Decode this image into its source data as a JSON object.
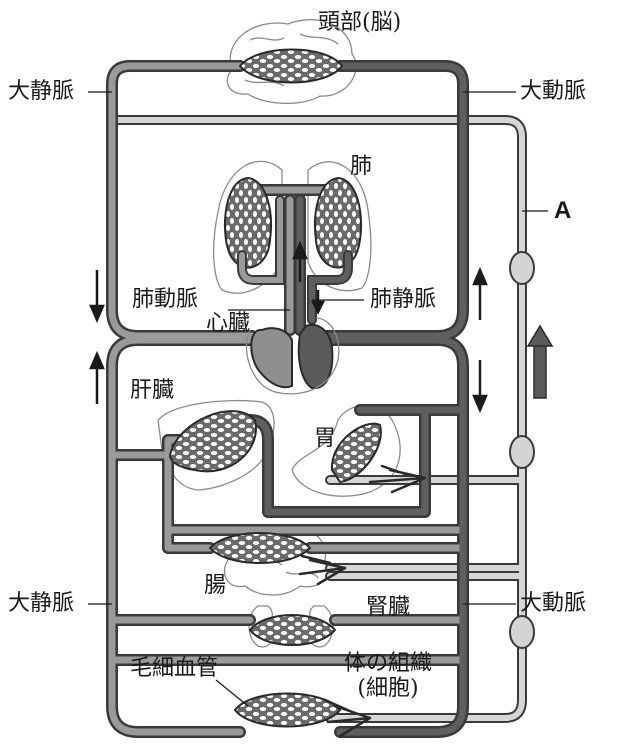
{
  "labels": {
    "head": "頭部(脳)",
    "vena_cava_top": "大静脈",
    "aorta_top": "大動脈",
    "lung": "肺",
    "a": "A",
    "pulmonary_artery": "肺動脈",
    "heart": "心臓",
    "pulmonary_vein": "肺静脈",
    "liver": "肝臓",
    "stomach": "胃",
    "intestine": "腸",
    "kidney": "腎臓",
    "vena_cava_bottom": "大静脈",
    "aorta_bottom": "大動脈",
    "capillary": "毛細血管",
    "tissue_line1": "体の組織",
    "tissue_line2": "(細胞)"
  },
  "colors": {
    "vein_dark": "#5a5a5a",
    "vessel_outline": "#3a3a3a",
    "vessel_mid": "#9a9a9a",
    "artery_light": "#d4d4d4",
    "organ_outline": "#8a8a8a",
    "arrow": "#1a1a1a"
  }
}
